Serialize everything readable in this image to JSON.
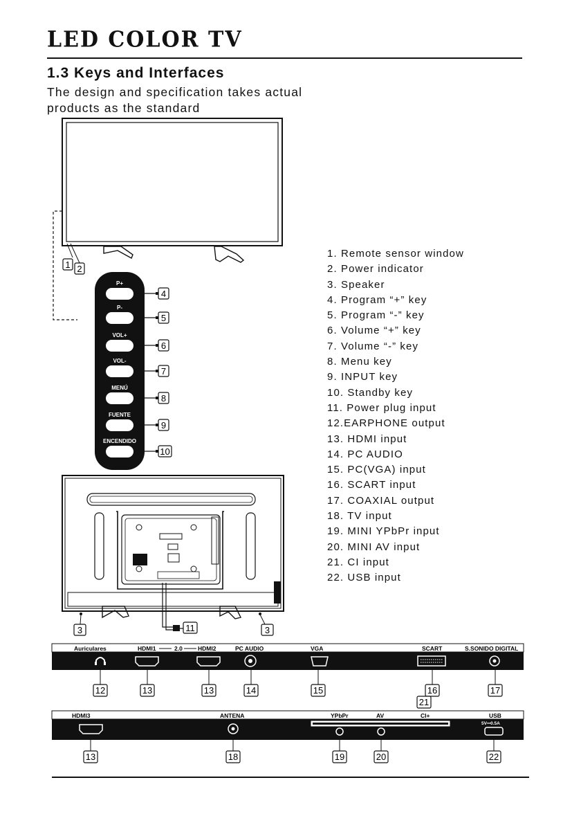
{
  "header": {
    "title": "LED COLOR TV",
    "section": "1.3   Keys and Interfaces",
    "intro_line1": "The design and specification takes actual",
    "intro_line2": "products as the standard"
  },
  "legend": [
    "1. Remote sensor  window",
    "2. Power indicator",
    "3. Speaker",
    "4. Program  “+” key",
    "5. Program  “-” key",
    "6. Volume  “+” key",
    "7. Volume  “-” key",
    "8. Menu key",
    "9. INPUT key",
    "10. Standby key",
    "11. Power plug input",
    "12.EARPHONE output",
    "13. HDMI  input",
    "14. PC AUDIO",
    "15. PC(VGA) input",
    "16. SCART input",
    "17. COAXIAL output",
    "18. TV input",
    "19. MINI YPbPr input",
    "20. MINI AV input",
    "21. CI input",
    "22. USB input"
  ],
  "keypad": {
    "keys": [
      "P+",
      "P-",
      "VOL+",
      "VOL-",
      "MENÚ",
      "FUENTE",
      "ENCENDIDO"
    ],
    "callouts": [
      "4",
      "5",
      "6",
      "7",
      "8",
      "9",
      "10"
    ]
  },
  "front_callouts": [
    "1",
    "2"
  ],
  "back_callouts": {
    "speaker_left": "3",
    "speaker_right": "3",
    "power": "11"
  },
  "panel1": {
    "labels": {
      "auriculares": "Auriculares",
      "hdmi1": "HDMI1",
      "hdmi_ver": "2.0",
      "hdmi2": "HDMI2",
      "pc_audio": "PC AUDIO",
      "vga": "VGA",
      "scart": "SCART",
      "sonido": "S.SONIDO DIGITAL"
    },
    "callouts": [
      "12",
      "13",
      "13",
      "14",
      "15",
      "16",
      "17"
    ],
    "ci_callout": "21"
  },
  "panel2": {
    "labels": {
      "hdmi3": "HDMI3",
      "antena": "ANTENA",
      "ypbpr": "YPbPr",
      "av": "AV",
      "ci": "CI+",
      "usb": "USB",
      "usb_rating": "5V⎓0.5A"
    },
    "callouts": [
      "13",
      "18",
      "19",
      "20",
      "22"
    ]
  }
}
